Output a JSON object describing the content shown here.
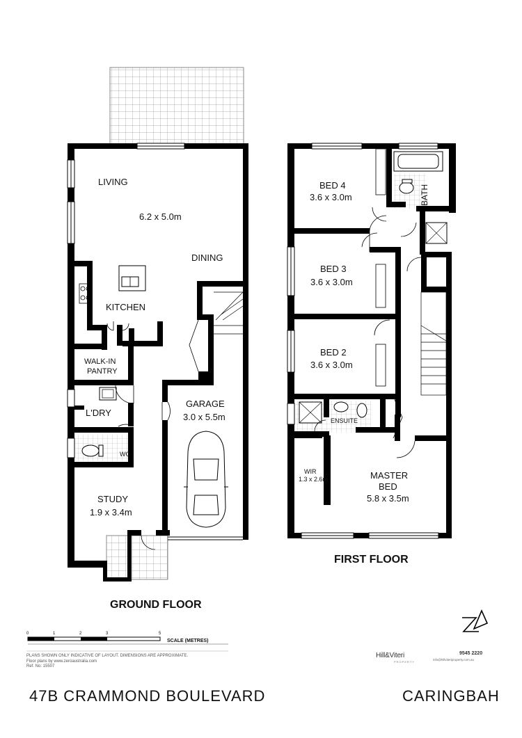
{
  "ground_floor": {
    "title": "GROUND FLOOR",
    "rooms": {
      "living": "LIVING",
      "living_dims": "6.2 x 5.0m",
      "dining": "DINING",
      "kitchen": "KITCHEN",
      "walkin_line1": "WALK-IN",
      "walkin_line2": "PANTRY",
      "laundry": "L'DRY",
      "wc": "WC",
      "garage": "GARAGE",
      "garage_dims": "3.0 x 5.5m",
      "study": "STUDY",
      "study_dims": "1.9 x 3.4m"
    }
  },
  "first_floor": {
    "title": "FIRST FLOOR",
    "rooms": {
      "bed4": "BED 4",
      "bed4_dims": "3.6 x 3.0m",
      "bath": "BATH",
      "bed3": "BED 3",
      "bed3_dims": "3.6 x 3.0m",
      "bed2": "BED 2",
      "bed2_dims": "3.6 x 3.0m",
      "ensuite": "ENSUITE",
      "wir": "WIR",
      "wir_dims": "1.3 x 2.6m",
      "master_line1": "MASTER",
      "master_line2": "BED",
      "master_dims": "5.8 x 3.5m"
    }
  },
  "scale": {
    "ticks": [
      "0",
      "1",
      "2",
      "3",
      "5"
    ],
    "label": "SCALE (METRES)"
  },
  "disclaimer": {
    "line1": "PLANS SHOWN ONLY INDICATIVE OF LAYOUT.  DIMENSIONS ARE APPROXIMATE.",
    "line2": "Floor plans by www.zeroaustralia.com",
    "line3": "Ref. No: 15507"
  },
  "agency": {
    "name": "Hill&Viteri",
    "sub": "PROPERTY",
    "phone": "9545 2220",
    "email": "info@hillviteriproperty.com.au"
  },
  "property": {
    "address": "47B CRAMMOND BOULEVARD",
    "suburb": "CARINGBAH"
  },
  "colors": {
    "wall": "#000000",
    "tile_line": "#9a9a9a",
    "text": "#111111"
  }
}
